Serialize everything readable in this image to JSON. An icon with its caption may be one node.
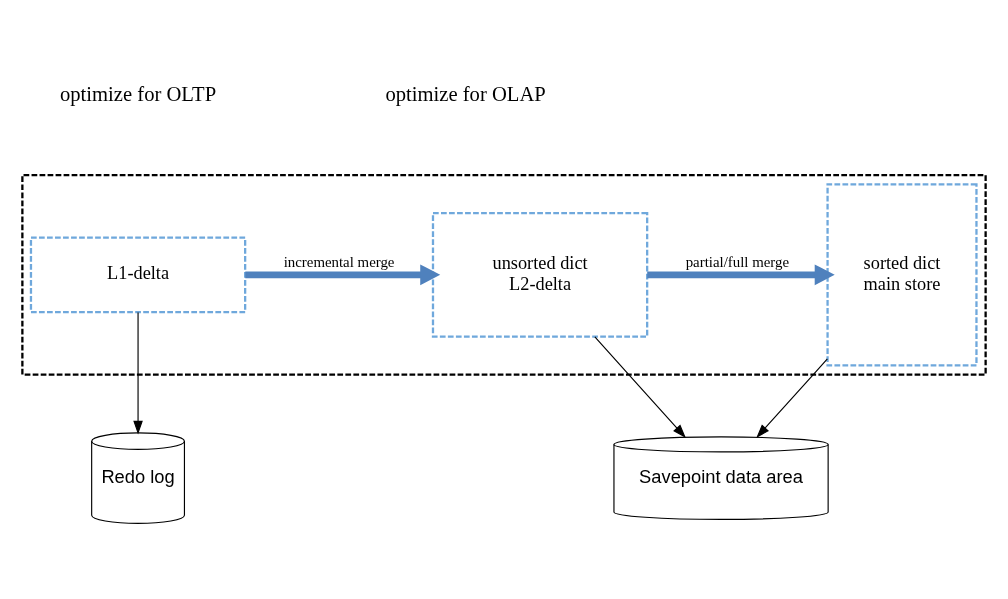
{
  "diagram": {
    "nodes": [
      {
        "text": [],
        "shape": "box"
      },
      {
        "text": [
          "L1-delta"
        ],
        "in": 0
      },
      {
        "text": [
          "unsorted dict",
          "L2-delta"
        ],
        "in": 0
      },
      {
        "text": [
          "sorted dict",
          "main store"
        ],
        "in": 0
      },
      {
        "text": [
          "Redo log"
        ]
      },
      {
        "text": [
          "Savepoint data area"
        ]
      }
    ],
    "edges": [
      {
        "from": 1,
        "to": 2,
        "arrow": "to",
        "label": "incremental merge",
        "style": "thick",
        "color": "#4f81bd"
      },
      {
        "from": 2,
        "to": 3,
        "arrow": "to",
        "label": "partial/full merge",
        "style": "thick",
        "color": "#4f81bd"
      },
      {
        "from": 1,
        "to": 4,
        "arrow": "to"
      },
      {
        "from": 2,
        "to": 5,
        "arrow": "to"
      },
      {
        "from": 3,
        "to": 5,
        "arrow": "to"
      }
    ],
    "labels": [
      "optimize for OLTP",
      "optimize for OLAP"
    ]
  }
}
